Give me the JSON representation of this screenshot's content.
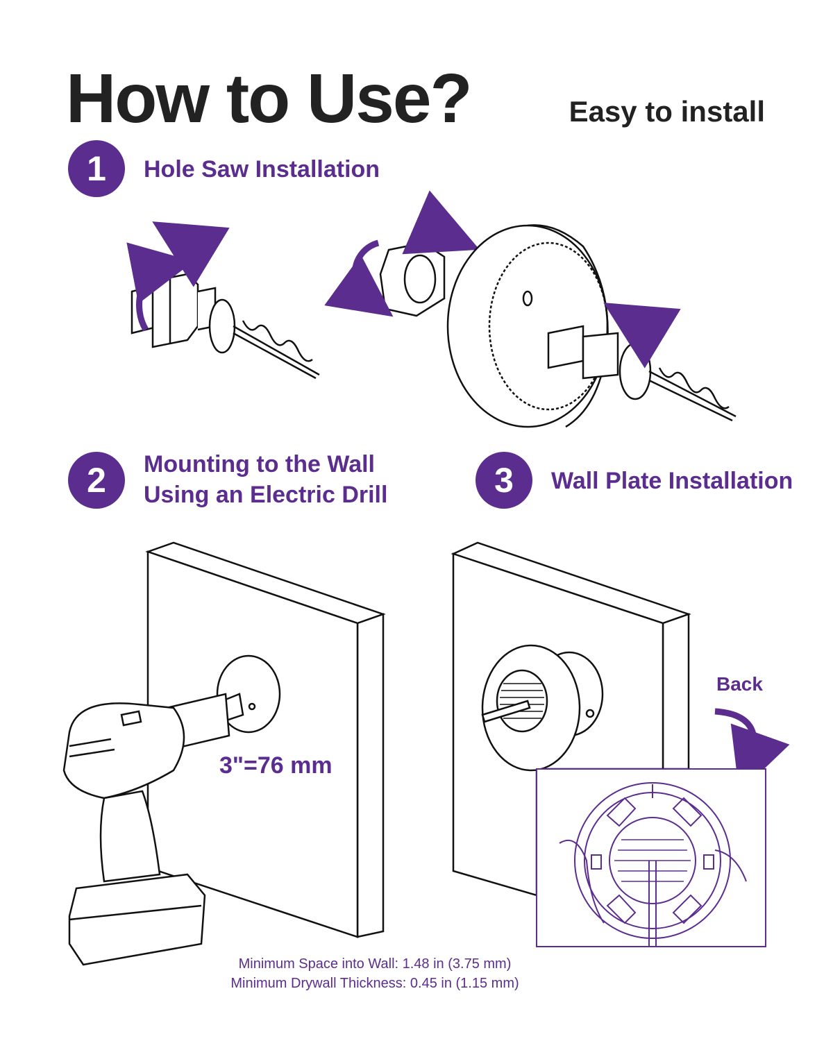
{
  "header": {
    "title": "How to Use?",
    "subtitle": "Easy to install"
  },
  "steps": [
    {
      "number": "1",
      "title_lines": [
        "Hole Saw Installation"
      ]
    },
    {
      "number": "2",
      "title_lines": [
        "Mounting to the Wall",
        "Using an Electric Drill"
      ]
    },
    {
      "number": "3",
      "title_lines": [
        "Wall Plate Installation"
      ]
    }
  ],
  "measurements": {
    "hole_size": "3\"=76 mm"
  },
  "back_label": "Back",
  "notes": [
    "Minimum Space into Wall: 1.48 in (3.75 mm)",
    "Minimum Drywall Thickness: 0.45 in (1.15 mm)"
  ],
  "colors": {
    "accent": "#5b2d8e",
    "text": "#222222",
    "line": "#111111"
  }
}
